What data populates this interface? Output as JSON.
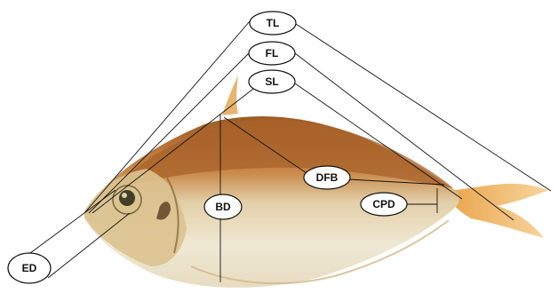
{
  "figure": {
    "subject": "fish body measurement diagram",
    "labels": {
      "tl": "TL",
      "fl": "FL",
      "sl": "SL",
      "dfb": "DFB",
      "bd": "BD",
      "cpd": "CPD",
      "ed": "ED"
    },
    "colors": {
      "back": "#b36a2c",
      "belly": "#ece2c8",
      "fin": "#f0a53a",
      "line": "#111111"
    }
  }
}
